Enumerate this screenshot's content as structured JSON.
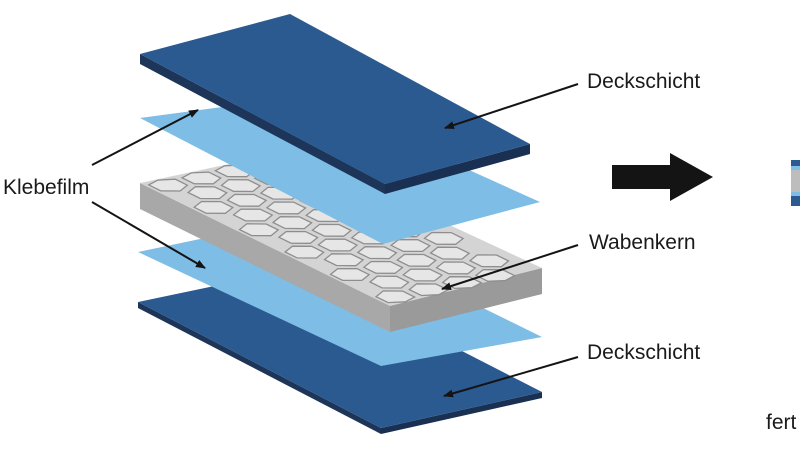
{
  "labels": {
    "face_sheet_top": "Deckschicht",
    "adhesive_film": "Klebefilm",
    "honeycomb_core": "Wabenkern",
    "face_sheet_bottom": "Deckschicht",
    "finished_caption_partial": "fert"
  },
  "colors": {
    "face_sheet": "#2b5a90",
    "face_sheet_side": "#1c3558",
    "adhesive_film": "#7dbde6",
    "honeycomb_top": "#d4d4d4",
    "honeycomb_side": "#a8a8a8",
    "arrow": "#141414"
  }
}
